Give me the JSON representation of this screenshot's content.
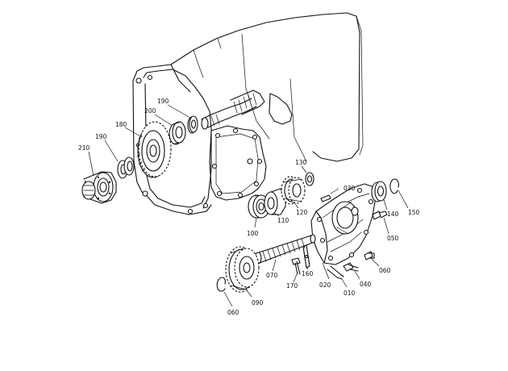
{
  "callouts": {
    "c010": "010",
    "c020": "020",
    "c030": "030",
    "c040": "040",
    "c050": "050",
    "c060a": "060",
    "c060b": "060",
    "c070": "070",
    "c090": "090",
    "c100": "100",
    "c110": "110",
    "c120": "120",
    "c130": "130",
    "c140": "140",
    "c150": "150",
    "c160": "160",
    "c170": "170",
    "c180": "180",
    "c190a": "190",
    "c190b": "190",
    "c200": "200",
    "c210": "210"
  }
}
